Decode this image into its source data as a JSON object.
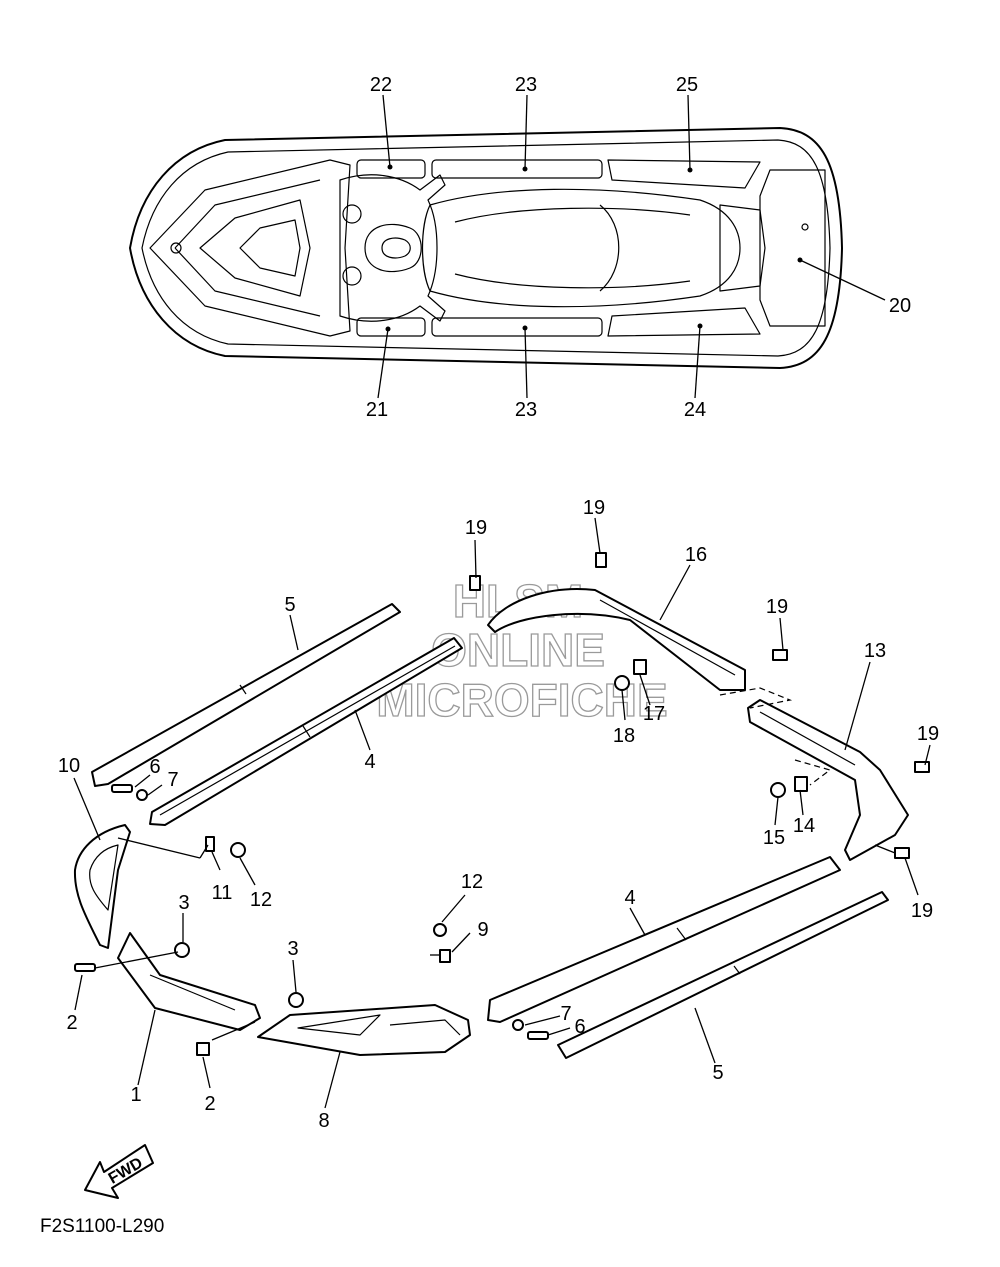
{
  "callouts": {
    "c1": "1",
    "c2a": "2",
    "c2b": "2",
    "c3a": "3",
    "c3b": "3",
    "c4a": "4",
    "c4b": "4",
    "c5a": "5",
    "c5b": "5",
    "c6a": "6",
    "c6b": "6",
    "c7a": "7",
    "c7b": "7",
    "c8": "8",
    "c9": "9",
    "c10": "10",
    "c11": "11",
    "c12a": "12",
    "c12b": "12",
    "c13": "13",
    "c14": "14",
    "c15": "15",
    "c16": "16",
    "c17": "17",
    "c18": "18",
    "c19a": "19",
    "c19b": "19",
    "c19c": "19",
    "c19d": "19",
    "c19e": "19",
    "c20": "20",
    "c21": "21",
    "c22": "22",
    "c23a": "23",
    "c23b": "23",
    "c24": "24",
    "c25": "25"
  },
  "watermark": {
    "line1": "HLSM",
    "line2": "ONLINE",
    "line3": "MICROFICHE"
  },
  "fwd_arrow": {
    "label": "FWD"
  },
  "diagram_code": "F2S1100-L290"
}
